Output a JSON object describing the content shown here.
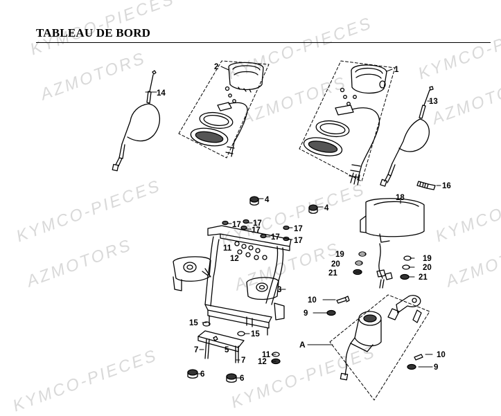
{
  "header": {
    "title": "TABLEAU DE BORD"
  },
  "watermarks": [
    {
      "text": "KYMCO-PIECES"
    },
    {
      "text": "AZMOTORS"
    }
  ],
  "callouts": {
    "c1": "1",
    "c2": "2",
    "c3": "3",
    "c4a": "4",
    "c4b": "4",
    "c5": "5",
    "c6a": "6",
    "c6b": "6",
    "c7a": "7",
    "c7b": "7",
    "c9a": "9",
    "c9b": "9",
    "c10a": "10",
    "c10b": "10",
    "c11a": "11",
    "c11b": "11",
    "c12a": "12",
    "c12b": "12",
    "c13": "13",
    "c14": "14",
    "c15a": "15",
    "c15b": "15",
    "c16": "16",
    "c17a": "17",
    "c17b": "17",
    "c17c": "17",
    "c17d": "17",
    "c17e": "17",
    "c17f": "17",
    "c18": "18",
    "c19a": "19",
    "c19b": "19",
    "c20a": "20",
    "c20b": "20",
    "c21a": "21",
    "c21b": "21",
    "cA": "A"
  }
}
